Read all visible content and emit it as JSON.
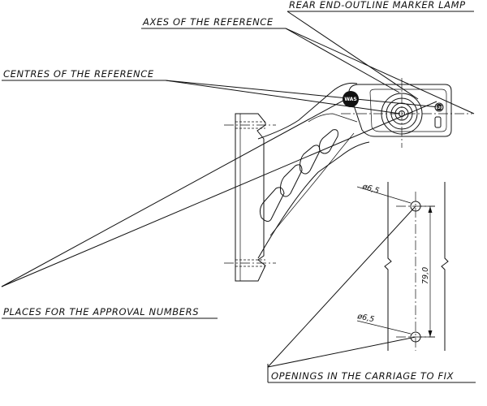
{
  "callouts": {
    "lamp": "REAR END-OUTLINE MARKER LAMP",
    "axes": "AXES OF THE REFERENCE",
    "centres": "CENTRES OF THE REFERENCE",
    "places": "PLACES FOR THE APPROVAL NUMBERS",
    "openings": "OPENINGS IN THE CARRIAGE TO FIX"
  },
  "dimensions": {
    "hole_top": "ø6,5",
    "hole_bottom": "ø6,5",
    "spacing": "79,0"
  },
  "logo": {
    "left_badge": "WAS",
    "right_badge": "E20"
  },
  "colors": {
    "ink": "#111111",
    "paper": "#ffffff"
  }
}
